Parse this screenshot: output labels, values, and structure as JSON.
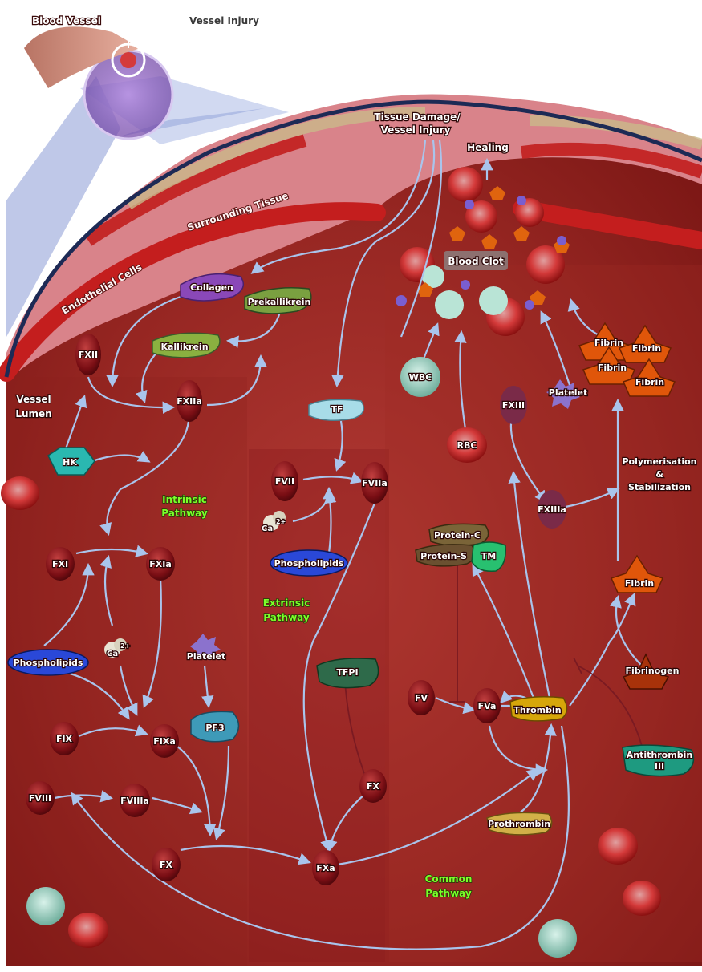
{
  "callouts": {
    "blood_vessel": "Blood Vessel",
    "vessel_injury": "Vessel Injury"
  },
  "tissue": {
    "surrounding": "Surrounding Tissue",
    "endothelial": "Endothelial Cells",
    "damage_line1": "Tissue Damage/",
    "damage_line2": "Vessel Injury",
    "healing": "Healing",
    "blood_clot": "Blood Clot",
    "lumen_line1": "Vessel",
    "lumen_line2": "Lumen"
  },
  "pathways": {
    "intrinsic_line1": "Intrinsic",
    "intrinsic_line2": "Pathway",
    "extrinsic_line1": "Extrinsic",
    "extrinsic_line2": "Pathway",
    "common_line1": "Common",
    "common_line2": "Pathway"
  },
  "intrinsic": {
    "collagen": "Collagen",
    "prekallikrein": "Prekallikrein",
    "kallikrein": "Kallikrein",
    "fxii": "FXII",
    "fxiia": "FXIIa",
    "hk": "HK",
    "fxi": "FXI",
    "fxia": "FXIa",
    "phospholipids": "Phospholipids",
    "ca": "Ca",
    "ca_sup": "2+",
    "platelet": "Platelet",
    "pf3": "PF3",
    "fix": "FIX",
    "fixa": "FIXa",
    "fviii": "FVIII",
    "fviiia": "FVIIIa",
    "fx": "FX"
  },
  "extrinsic": {
    "tf": "TF",
    "fvii": "FVII",
    "fviia": "FVIIa",
    "ca": "Ca",
    "ca_sup": "2+",
    "phospholipids": "Phospholipids",
    "tfpi": "TFPI",
    "fx": "FX"
  },
  "common": {
    "fxa": "FXa",
    "protein_c": "Protein-C",
    "protein_s": "Protein-S",
    "tm": "TM",
    "fv": "FV",
    "fva": "FVa",
    "thrombin": "Thrombin",
    "prothrombin": "Prothrombin",
    "antithrombin_line1": "Antithrombin",
    "antithrombin_line2": "III",
    "fibrinogen": "Fibrinogen",
    "fibrin": "Fibrin",
    "fxiii": "FXIII",
    "fxiiia": "FXIIIa",
    "polymer_line1": "Polymerisation",
    "polymer_line2": "&",
    "polymer_line3": "Stabilization",
    "wbc": "WBC",
    "rbc": "RBC",
    "platelet": "Platelet",
    "fibrin_cluster": [
      "Fibrin",
      "Fibrin",
      "Fibrin",
      "Fibrin"
    ]
  },
  "colors": {
    "background": "#8f1e1c",
    "arrow": "#a9c4ec",
    "pathway_label": "#7cff2a",
    "thrombin": "#d6a60a",
    "fibrin": "#e0560a"
  }
}
